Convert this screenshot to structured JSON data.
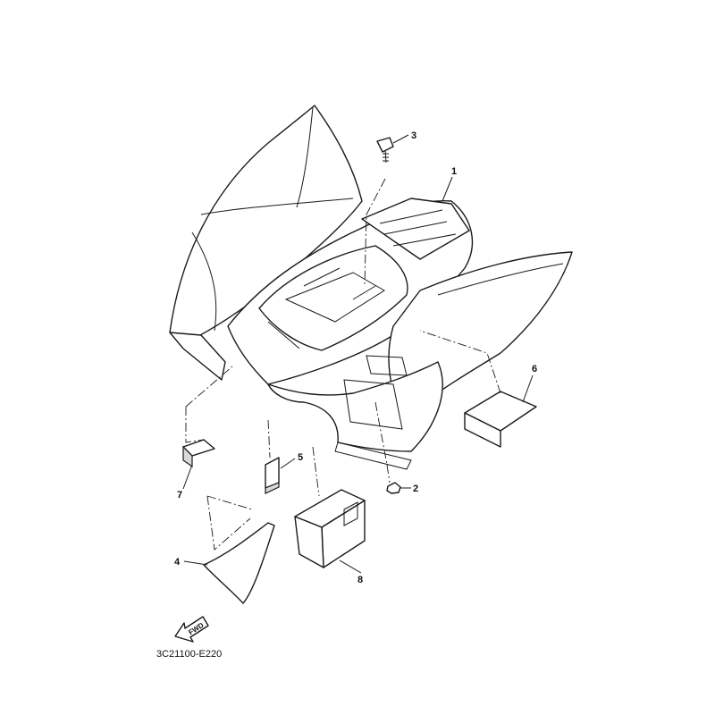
{
  "diagram": {
    "callouts": [
      {
        "id": "1",
        "label": "1"
      },
      {
        "id": "2",
        "label": "2"
      },
      {
        "id": "3",
        "label": "3"
      },
      {
        "id": "4",
        "label": "4"
      },
      {
        "id": "5",
        "label": "5"
      },
      {
        "id": "6",
        "label": "6"
      },
      {
        "id": "7",
        "label": "7"
      },
      {
        "id": "8",
        "label": "8"
      }
    ],
    "fwd_label": "FWD",
    "drawing_code": "3C21100-E220"
  }
}
